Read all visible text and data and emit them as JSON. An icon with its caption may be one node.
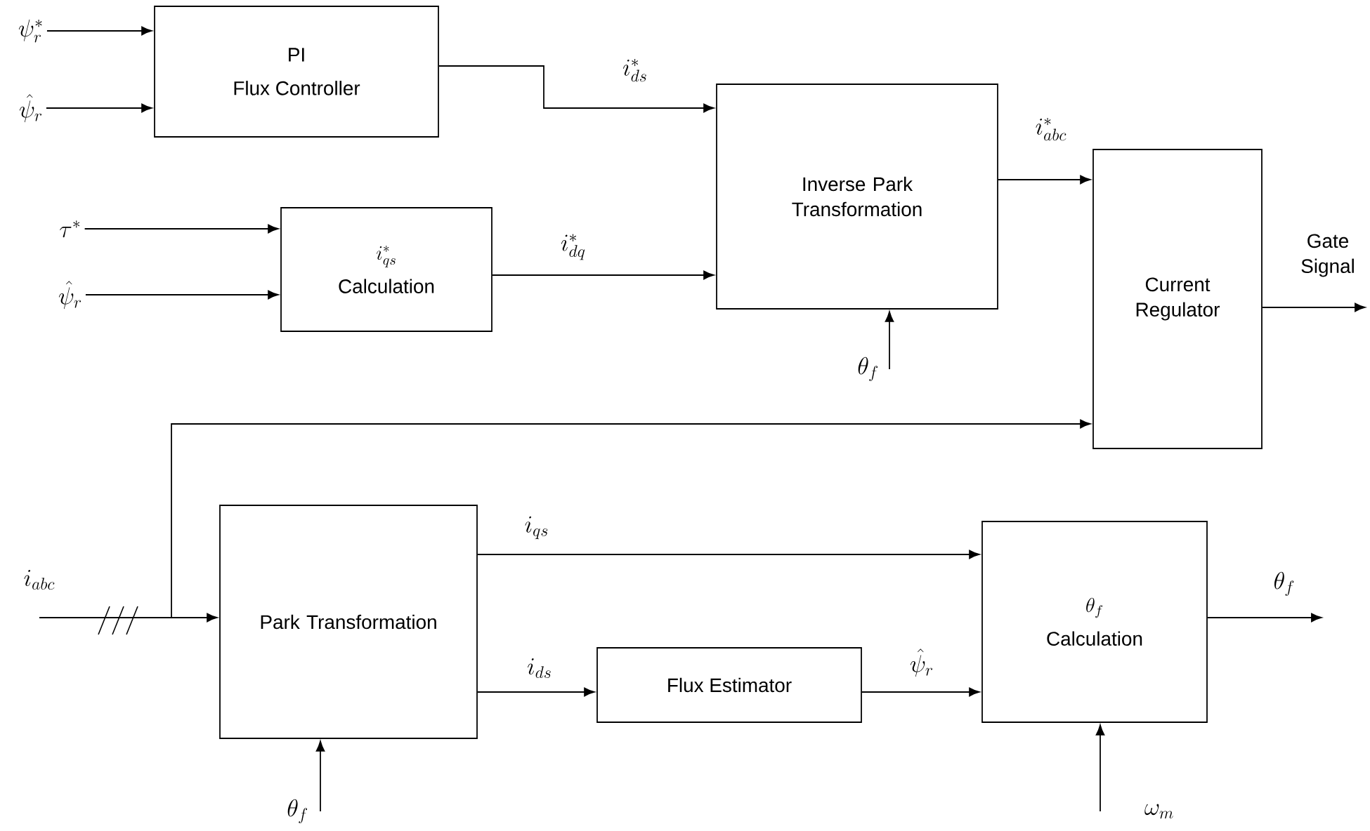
{
  "diagram": {
    "nodes": [
      {
        "text": [
          "\\psi_r^*"
        ]
      },
      {
        "text": [
          "PI",
          "Flux Controller"
        ]
      },
      {
        "text": [
          "\\hat{\\psi}_r"
        ]
      },
      {
        "text": [
          "\\tau^*"
        ]
      },
      {
        "text": [
          "\\hat{\\psi}_r"
        ]
      },
      {
        "text": [
          "i_{qs}^*",
          "Calculation"
        ]
      },
      {
        "text": [
          "Inverse Park Transformation"
        ]
      },
      {
        "text": [
          "Current Regulator"
        ]
      },
      {
        "text": [
          "\\theta_f"
        ]
      },
      {
        "text": [
          "i_{abc}"
        ]
      },
      {
        "text": [
          "Park Transformation"
        ]
      },
      {
        "text": [
          "Flux Estimator"
        ]
      },
      {
        "text": [
          "\\theta_f",
          "Calculation"
        ]
      },
      {
        "text": [
          "\\theta_f"
        ]
      },
      {
        "text": [
          "\\omega_m"
        ]
      }
    ],
    "edges": [
      {
        "from": 0,
        "to": 1,
        "arrow": "to"
      },
      {
        "from": 2,
        "to": 1,
        "arrow": "to"
      },
      {
        "from": 1,
        "to": 6,
        "arrow": "to",
        "label": "i_{ds}^*"
      },
      {
        "from": 3,
        "to": 5,
        "arrow": "to"
      },
      {
        "from": 4,
        "to": 5,
        "arrow": "to"
      },
      {
        "from": 5,
        "to": 6,
        "arrow": "to",
        "label": "i_{dq}^*"
      },
      {
        "from": 6,
        "to": 7,
        "arrow": "to",
        "label": "i_{abc}^*"
      },
      {
        "from": 7,
        "to": null,
        "arrow": "to",
        "label": "Gate Signal"
      },
      {
        "from": 8,
        "to": 6,
        "arrow": "to"
      },
      {
        "from": 9,
        "to": 10,
        "arrow": "to"
      },
      {
        "from": 9,
        "to": 7,
        "arrow": "to"
      },
      {
        "from": 10,
        "to": 12,
        "arrow": "to",
        "label": "i_{qs}"
      },
      {
        "from": 10,
        "to": 11,
        "arrow": "to",
        "label": "i_{ds}"
      },
      {
        "from": 11,
        "to": 12,
        "arrow": "to",
        "label": "\\hat{\\psi}_r"
      },
      {
        "from": 12,
        "to": null,
        "arrow": "to",
        "label": "\\theta_f"
      },
      {
        "from": 13,
        "to": 10,
        "arrow": "to"
      },
      {
        "from": 14,
        "to": 12,
        "arrow": "to"
      }
    ]
  }
}
